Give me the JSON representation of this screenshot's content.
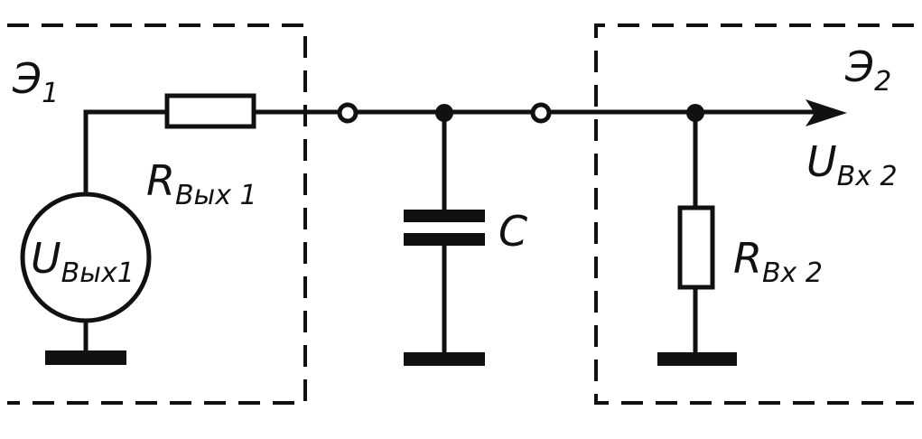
{
  "labels": {
    "block1": {
      "main": "Э",
      "sub": "1"
    },
    "block2": {
      "main": "Э",
      "sub": "2"
    },
    "r_out1": {
      "main": "R",
      "sub": "Вых 1"
    },
    "u_out1": {
      "main": "U",
      "sub": "Вых1"
    },
    "capacitor": {
      "main": "C"
    },
    "u_in2": {
      "main": "U",
      "sub": "Вх 2"
    },
    "r_in2": {
      "main": "R",
      "sub": "Вх 2"
    }
  }
}
